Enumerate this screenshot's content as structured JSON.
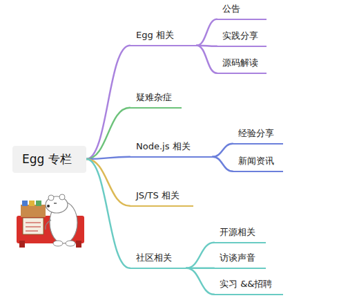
{
  "diagram": {
    "nodes": [
      {
        "text": [
          "Egg 专栏"
        ]
      },
      {
        "text": [
          "Egg 相关"
        ]
      },
      {
        "text": [
          "公告"
        ]
      },
      {
        "text": [
          "实践分享"
        ]
      },
      {
        "text": [
          "源码解读"
        ]
      },
      {
        "text": [
          "疑难杂症"
        ]
      },
      {
        "text": [
          "Node.js 相关"
        ]
      },
      {
        "text": [
          "经验分享"
        ]
      },
      {
        "text": [
          "新闻资讯"
        ]
      },
      {
        "text": [
          "JS/TS 相关"
        ]
      },
      {
        "text": [
          "社区相关"
        ]
      },
      {
        "text": [
          "开源相关"
        ]
      },
      {
        "text": [
          "访谈声音"
        ]
      },
      {
        "text": [
          "实习 &&招聘"
        ]
      }
    ],
    "edges": [
      {
        "from": 0,
        "to": 1,
        "arrow": "none"
      },
      {
        "from": 0,
        "to": 5,
        "arrow": "none"
      },
      {
        "from": 0,
        "to": 6,
        "arrow": "none"
      },
      {
        "from": 0,
        "to": 9,
        "arrow": "none"
      },
      {
        "from": 0,
        "to": 10,
        "arrow": "none"
      },
      {
        "from": 1,
        "to": 2,
        "arrow": "none"
      },
      {
        "from": 1,
        "to": 3,
        "arrow": "none"
      },
      {
        "from": 1,
        "to": 4,
        "arrow": "none"
      },
      {
        "from": 6,
        "to": 7,
        "arrow": "none"
      },
      {
        "from": 6,
        "to": 8,
        "arrow": "none"
      },
      {
        "from": 10,
        "to": 11,
        "arrow": "none"
      },
      {
        "from": 10,
        "to": 12,
        "arrow": "none"
      },
      {
        "from": 10,
        "to": 13,
        "arrow": "none"
      }
    ]
  }
}
